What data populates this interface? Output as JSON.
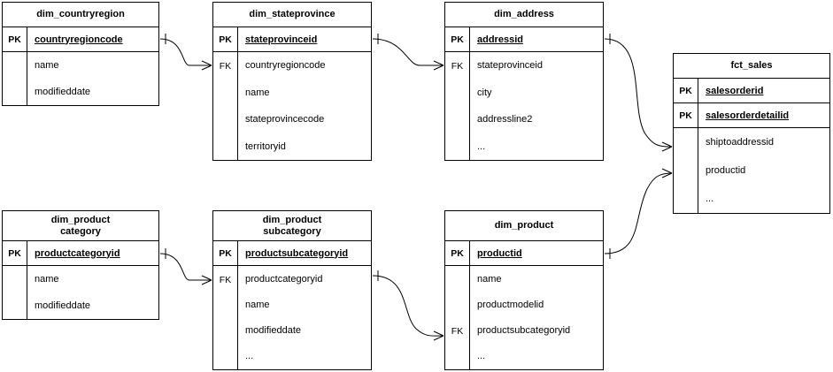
{
  "diagram": {
    "type": "entity-relationship-diagram",
    "notation": "crows-foot",
    "background": "#ffffff",
    "line_color": "#000000",
    "text_color": "#000000"
  },
  "entities": [
    {
      "id": "dim_countryregion",
      "title": "dim_countryregion",
      "keys": [
        {
          "tag": "PK",
          "name": "countryregioncode"
        }
      ],
      "attributes": [
        {
          "tag": "",
          "name": "name"
        },
        {
          "tag": "",
          "name": "modifieddate"
        }
      ]
    },
    {
      "id": "dim_stateprovince",
      "title": "dim_stateprovince",
      "keys": [
        {
          "tag": "PK",
          "name": "stateprovinceid"
        }
      ],
      "attributes": [
        {
          "tag": "FK",
          "name": "countryregioncode"
        },
        {
          "tag": "",
          "name": "name"
        },
        {
          "tag": "",
          "name": "stateprovincecode"
        },
        {
          "tag": "",
          "name": "territoryid"
        }
      ]
    },
    {
      "id": "dim_address",
      "title": "dim_address",
      "keys": [
        {
          "tag": "PK",
          "name": "addressid"
        }
      ],
      "attributes": [
        {
          "tag": "FK",
          "name": "stateprovinceid"
        },
        {
          "tag": "",
          "name": "city"
        },
        {
          "tag": "",
          "name": "addressline2"
        },
        {
          "tag": "",
          "name": "..."
        }
      ]
    },
    {
      "id": "fct_sales",
      "title": "fct_sales",
      "keys": [
        {
          "tag": "PK",
          "name": "salesorderid"
        },
        {
          "tag": "PK",
          "name": "salesorderdetailid"
        }
      ],
      "attributes": [
        {
          "tag": "",
          "name": "shiptoaddressid"
        },
        {
          "tag": "",
          "name": "productid"
        },
        {
          "tag": "",
          "name": "..."
        }
      ]
    },
    {
      "id": "dim_productcategory",
      "title": "dim_product\ncategory",
      "keys": [
        {
          "tag": "PK",
          "name": "productcategoryid"
        }
      ],
      "attributes": [
        {
          "tag": "",
          "name": "name"
        },
        {
          "tag": "",
          "name": "modifieddate"
        }
      ]
    },
    {
      "id": "dim_productsubcategory",
      "title": "dim_product\nsubcategory",
      "keys": [
        {
          "tag": "PK",
          "name": "productsubcategoryid"
        }
      ],
      "attributes": [
        {
          "tag": "FK",
          "name": "productcategoryid"
        },
        {
          "tag": "",
          "name": "name"
        },
        {
          "tag": "",
          "name": "modifieddate"
        },
        {
          "tag": "",
          "name": "..."
        }
      ]
    },
    {
      "id": "dim_product",
      "title": "dim_product",
      "keys": [
        {
          "tag": "PK",
          "name": "productid"
        }
      ],
      "attributes": [
        {
          "tag": "",
          "name": "name"
        },
        {
          "tag": "",
          "name": "productmodelid"
        },
        {
          "tag": "FK",
          "name": "productsubcategoryid"
        },
        {
          "tag": "",
          "name": "..."
        }
      ]
    }
  ],
  "relationships": [
    {
      "from": "dim_countryregion.countryregioncode",
      "to": "dim_stateprovince.countryregioncode",
      "cardinality": "one-to-many"
    },
    {
      "from": "dim_stateprovince.stateprovinceid",
      "to": "dim_address.stateprovinceid",
      "cardinality": "one-to-many"
    },
    {
      "from": "dim_address.addressid",
      "to": "fct_sales.shiptoaddressid",
      "cardinality": "one-to-many"
    },
    {
      "from": "dim_productcategory.productcategoryid",
      "to": "dim_productsubcategory.productcategoryid",
      "cardinality": "one-to-many"
    },
    {
      "from": "dim_productsubcategory.productsubcategoryid",
      "to": "dim_product.productsubcategoryid",
      "cardinality": "one-to-many"
    },
    {
      "from": "dim_product.productid",
      "to": "fct_sales.productid",
      "cardinality": "one-to-many"
    }
  ]
}
